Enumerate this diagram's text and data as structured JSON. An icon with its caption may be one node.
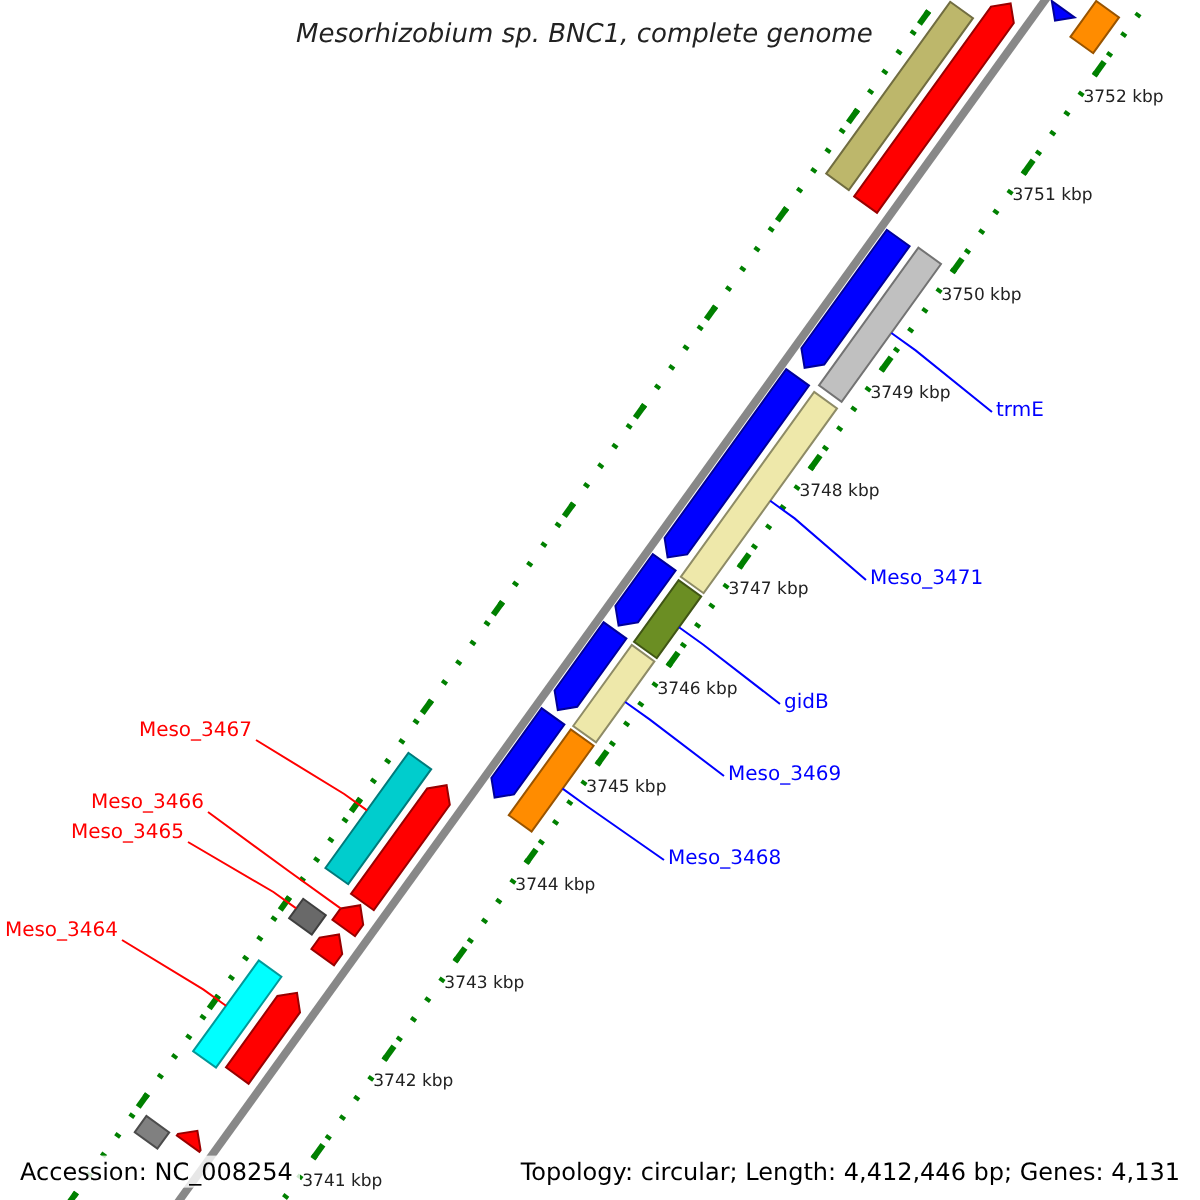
{
  "diagram": {
    "title": "Mesorhizobium sp. BNC1, complete genome",
    "nodes": [
      {
        "text": [],
        "shape": "bar"
      },
      {
        "text": [],
        "shape": "arrow"
      },
      {
        "text": [],
        "shape": "arrow"
      },
      {
        "text": [],
        "shape": "bar"
      },
      {
        "text": [],
        "shape": "arrow"
      },
      {
        "text": [],
        "shape": "bar"
      },
      {
        "text": [
          "trmE"
        ]
      },
      {
        "text": [],
        "shape": "arrow"
      },
      {
        "text": [],
        "shape": "bar"
      },
      {
        "text": [
          "Meso_3471"
        ]
      },
      {
        "text": [],
        "shape": "arrow"
      },
      {
        "text": [],
        "shape": "bar"
      },
      {
        "text": [
          "gidB"
        ]
      },
      {
        "text": [],
        "shape": "arrow"
      },
      {
        "text": [],
        "shape": "bar"
      },
      {
        "text": [
          "Meso_3469"
        ]
      },
      {
        "text": [],
        "shape": "arrow"
      },
      {
        "text": [],
        "shape": "bar"
      },
      {
        "text": [
          "Meso_3468"
        ]
      },
      {
        "text": [
          "Meso_3467"
        ]
      },
      {
        "text": [],
        "shape": "bar"
      },
      {
        "text": [],
        "shape": "arrow"
      },
      {
        "text": [
          "Meso_3466"
        ]
      },
      {
        "text": [],
        "shape": "arrow"
      },
      {
        "text": [
          "Meso_3465"
        ]
      },
      {
        "text": [],
        "shape": "bar"
      },
      {
        "text": [],
        "shape": "arrow"
      },
      {
        "text": [
          "Meso_3464"
        ]
      },
      {
        "text": [],
        "shape": "bar"
      },
      {
        "text": [],
        "shape": "arrow"
      },
      {
        "text": [],
        "shape": "bar"
      },
      {
        "text": [],
        "shape": "arrow"
      }
    ],
    "edges": [
      {
        "from": 6,
        "to": 5,
        "arrow": "none"
      },
      {
        "from": 9,
        "to": 8,
        "arrow": "none"
      },
      {
        "from": 12,
        "to": 11,
        "arrow": "none"
      },
      {
        "from": 15,
        "to": 14,
        "arrow": "none"
      },
      {
        "from": 18,
        "to": 17,
        "arrow": "none"
      },
      {
        "from": 19,
        "to": 20,
        "arrow": "none",
        "color": "#ff0000"
      },
      {
        "from": 22,
        "to": 23,
        "arrow": "none",
        "color": "#ff0000"
      },
      {
        "from": 24,
        "to": 25,
        "arrow": "none",
        "color": "#ff0000"
      },
      {
        "from": 27,
        "to": 28,
        "arrow": "none",
        "color": "#ff0000"
      }
    ],
    "labels": [
      "3752 kbp",
      "3751 kbp",
      "3750 kbp",
      "3749 kbp",
      "3748 kbp",
      "3747 kbp",
      "3746 kbp",
      "3745 kbp",
      "3744 kbp",
      "3743 kbp",
      "3742 kbp",
      "3741 kbp",
      "Accession: NC_008254",
      "Topology: circular; Length: 4,412,446 bp; Genes: 4,131"
    ]
  }
}
